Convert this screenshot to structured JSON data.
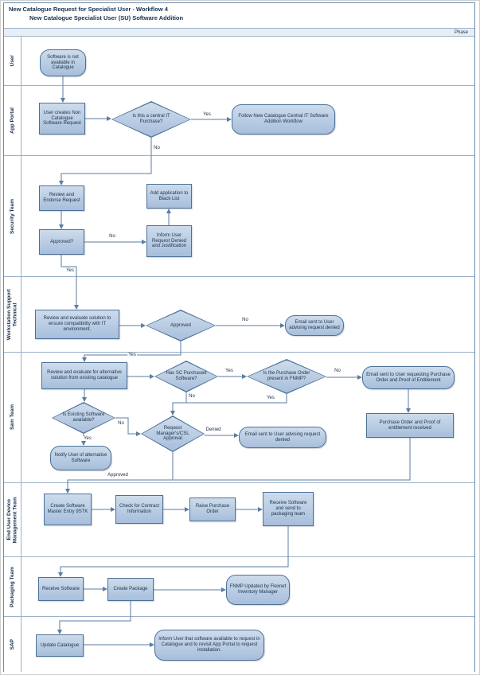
{
  "title": {
    "line1": "New Catalogue Request for Specialist User - Workflow 4",
    "line2": "New Catalogue Specialist User (SU) Software Addition"
  },
  "phase_label": "Phase",
  "lanes": [
    {
      "label": "User"
    },
    {
      "label": "App Portal"
    },
    {
      "label": "Security Team"
    },
    {
      "label": "Workstation Support Technical"
    },
    {
      "label": "Sam Team"
    },
    {
      "label": "End User Device Management Team"
    },
    {
      "label": "Packaging Team"
    },
    {
      "label": "SAP"
    }
  ],
  "nodes": {
    "n1": {
      "type": "terminator",
      "label": "Software is not available in Catalogue"
    },
    "n2": {
      "type": "process",
      "label": "User creates Non Catalogue Software Request"
    },
    "d1": {
      "type": "decision",
      "label": "Is this a central IT Purchase?"
    },
    "n3": {
      "type": "terminator",
      "label": "Follow New Catalogue Central IT Software Addition Workflow"
    },
    "n4": {
      "type": "process",
      "label": "Review and Endorse Request"
    },
    "n5": {
      "type": "process",
      "label": "Approved?"
    },
    "n6": {
      "type": "process",
      "label": "Inform User Request Denied and Justification"
    },
    "n7": {
      "type": "process",
      "label": "Add application to Black List"
    },
    "n8": {
      "type": "process",
      "label": "Review and evaluate solution to ensure compatibility with IT environment."
    },
    "d2": {
      "type": "decision",
      "label": "Approved"
    },
    "n9": {
      "type": "terminator",
      "label": "Email sent to User advising request denied"
    },
    "n10": {
      "type": "process",
      "label": "Review and evaluate for alternative solution from existing catalogue"
    },
    "d3": {
      "type": "decision",
      "label": "Has SC Purchased Software?"
    },
    "d4": {
      "type": "decision",
      "label": "Is the Purchase Order present in FNMP?"
    },
    "n11": {
      "type": "terminator",
      "label": "Email sent to User requesting Purchase Order and Proof of Entitlement"
    },
    "n12": {
      "type": "process",
      "label": "Purchase Order and Proof of entitlement received"
    },
    "d5": {
      "type": "decision",
      "label": "Is Existing Software available?"
    },
    "d6": {
      "type": "decision",
      "label": "Request Manager's/CSL Approval"
    },
    "n13": {
      "type": "terminator",
      "label": "Email sent to User advising request denied"
    },
    "n14": {
      "type": "terminator",
      "label": "Notify User of alternative Software"
    },
    "n15": {
      "type": "process",
      "label": "Create Software Master Entry 9STK"
    },
    "n16": {
      "type": "process",
      "label": "Check for Contract Information"
    },
    "n17": {
      "type": "process",
      "label": "Raise Purchase Order"
    },
    "n18": {
      "type": "process",
      "label": "Receive Software and send to packaging team"
    },
    "n19": {
      "type": "process",
      "label": "Receive Software"
    },
    "n20": {
      "type": "process",
      "label": "Create Package"
    },
    "n21": {
      "type": "terminator",
      "label": "FNMP Updated by Flexnet Inventory Manager"
    },
    "n22": {
      "type": "process",
      "label": "Update Catalogue"
    },
    "n23": {
      "type": "terminator",
      "label": "Inform User that software available to request in Catalogue and to revisit App Portal to request installation."
    }
  },
  "edge_labels": [
    "Yes",
    "No",
    "No",
    "Yes",
    "No",
    "Yes",
    "Yes",
    "No",
    "Yes",
    "No",
    "No",
    "Yes",
    "Denied",
    "Approved"
  ],
  "colors": {
    "shape_border": "#4d7198",
    "shape_fill_top": "#cddcec",
    "shape_fill_bottom": "#a7bedb",
    "connector": "#5a7da2",
    "lane_border": "#9ab1c9",
    "title_text": "#15304d"
  }
}
